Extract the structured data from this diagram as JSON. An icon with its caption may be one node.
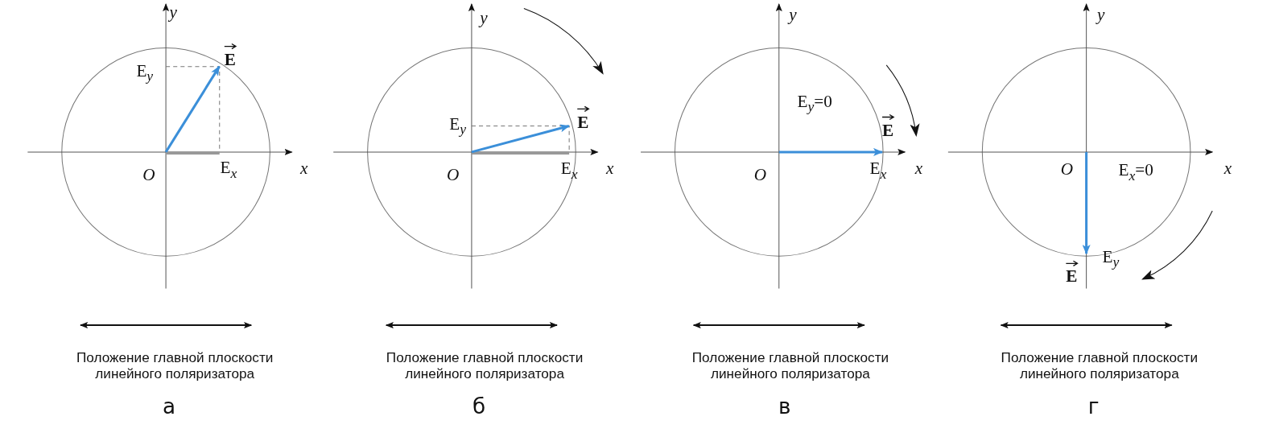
{
  "diagram": {
    "labels": [
      "y",
      "E",
      "E$_{y}$",
      "O",
      "E$_{x}$",
      "x",
      "Положение главной плоскости линейного поляризатора",
      "а",
      "y",
      "E$_{y}$",
      "E",
      "O",
      "E$_{x}$",
      "x",
      "Положение главной плоскости линейного поляризатора",
      "б",
      "y",
      "E$_{y}$=0",
      "E",
      "O",
      "E$_{x}$",
      "x",
      "Положение главной плоскости линейного поляризатора",
      "в",
      "y",
      "O",
      "E$_{x}$=0",
      "x",
      "E$_{y}$",
      "E",
      "Положение главной плоскости линейного поляризатора",
      "г"
    ]
  }
}
